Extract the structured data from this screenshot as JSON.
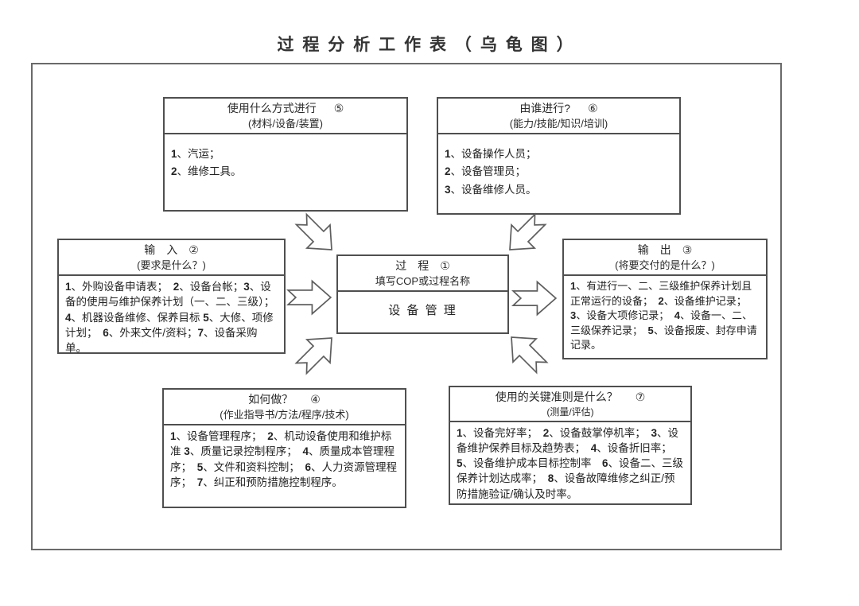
{
  "title": "过程分析工作表（乌龟图）",
  "colors": {
    "line": "#4f4f4f",
    "text": "#232323",
    "background": "#ffffff"
  },
  "boxes": {
    "method": {
      "header": "使用什么方式进行",
      "badge": "⑤",
      "subheader": "(材料/设备/装置)",
      "body": [
        "1、汽运；",
        "2、维修工具。"
      ]
    },
    "who": {
      "header": "由谁进行?",
      "badge": "⑥",
      "subheader": "(能力/技能/知识/培训)",
      "body": [
        "1、设备操作人员；",
        "2、设备管理员；",
        "3、设备维修人员。"
      ]
    },
    "input": {
      "header": "输　入",
      "badge": "②",
      "subheader": "(要求是什么？)",
      "body": [
        "1、外购设备申请表；　2、设备台帐；3、设备的使用与维护保养计划（一、二、三级）；4、机器设备维修、保养目标 5、大修、项修计划；　6、外来文件/资料；7、设备采购单。"
      ]
    },
    "process": {
      "header": "过　程",
      "badge": "①",
      "subheader": "填写COP或过程名称",
      "body": [
        "设 备 管 理"
      ]
    },
    "output": {
      "header": "输　出",
      "badge": "③",
      "subheader": "(将要交付的是什么？)",
      "body": [
        "1、有进行一、二、三级维护保养计划且正常运行的设备；　2、设备维护记录；3、设备大项修记录；　4、设备一、二、三级保养记录；　5、设备报废、封存申请记录。"
      ]
    },
    "how": {
      "header": "如何做？",
      "badge": "④",
      "subheader": "(作业指导书/方法/程序/技术)",
      "body": [
        "1、设备管理程序；　2、机动设备使用和维护标准 3、质量记录控制程序；　4、质量成本管理程序；　5、文件和资料控制；　6、人力资源管理程序；　7、纠正和预防措施控制程序。"
      ]
    },
    "criteria": {
      "header": "使用的关键准则是什么？",
      "badge": "⑦",
      "subheader": "(测量/评估)",
      "body": [
        "1、设备完好率；　2、设备鼓掌停机率；　3、设备维护保养目标及趋势表；　4、设备折旧率；　5、设备维护成本目标控制率　6、设备二、三级保养计划达成率；　8、设备故障维修之纠正/预防措施验证/确认及时率。"
      ]
    }
  }
}
